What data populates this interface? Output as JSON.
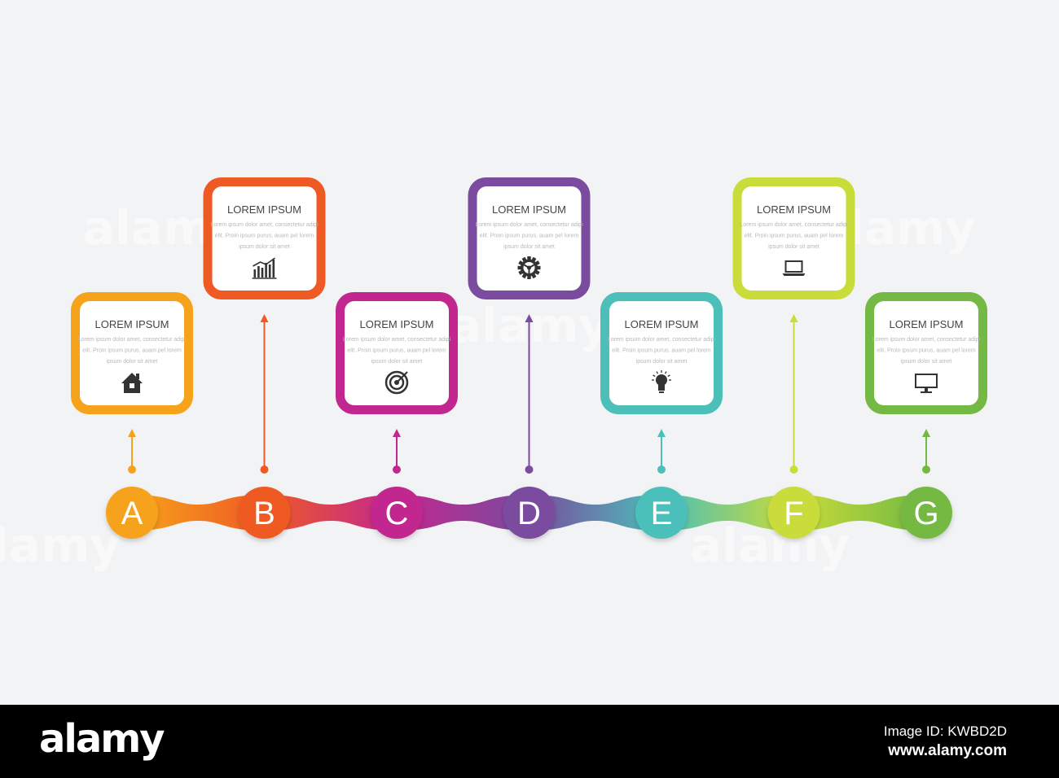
{
  "steps": [
    {
      "letter": "A",
      "title": "LOREM IPSUM",
      "body": [
        "Lorem ipsum dolor amet, consectetur adipi",
        "elit. Proin ipsum purus, auam pel lorem",
        "ipsum dolor sit amet"
      ],
      "icon": "home-icon",
      "color": "#f7a21b",
      "position": "low"
    },
    {
      "letter": "B",
      "title": "LOREM IPSUM",
      "body": [
        "Lorem ipsum dolor amet, consectetur adipi",
        "elit. Proin ipsum purus, auam pel lorem",
        "ipsum dolor sit amet"
      ],
      "icon": "bar-chart-icon",
      "color": "#ef5a24",
      "position": "high"
    },
    {
      "letter": "C",
      "title": "LOREM IPSUM",
      "body": [
        "Lorem ipsum dolor amet, consectetur adipi",
        "elit. Proin ipsum purus, auam pel lorem",
        "ipsum dolor sit amet"
      ],
      "icon": "target-icon",
      "color": "#c2278f",
      "position": "low"
    },
    {
      "letter": "D",
      "title": "LOREM IPSUM",
      "body": [
        "Lorem ipsum dolor amet, consectetur adipi",
        "elit. Proin ipsum purus, auam pel lorem",
        "ipsum dolor sit amet"
      ],
      "icon": "gear-icon",
      "color": "#7a4b9e",
      "position": "high"
    },
    {
      "letter": "E",
      "title": "LOREM IPSUM",
      "body": [
        "Lorem ipsum dolor amet, consectetur adipi",
        "elit. Proin ipsum purus, auam pel lorem",
        "ipsum dolor sit amet"
      ],
      "icon": "lightbulb-icon",
      "color": "#4cbfb9",
      "position": "low"
    },
    {
      "letter": "F",
      "title": "LOREM IPSUM",
      "body": [
        "Lorem ipsum dolor amet, consectetur adipi",
        "elit. Proin ipsum purus, auam pel lorem",
        "ipsum dolor sit amet"
      ],
      "icon": "laptop-icon",
      "color": "#c9dc3a",
      "position": "high"
    },
    {
      "letter": "G",
      "title": "LOREM IPSUM",
      "body": [
        "Lorem ipsum dolor amet, consectetur adipi",
        "elit. Proin ipsum purus, auam pel lorem",
        "ipsum dolor sit amet"
      ],
      "icon": "monitor-icon",
      "color": "#74b943",
      "position": "low"
    }
  ],
  "footer": {
    "logo": "alamy",
    "image_id": "Image ID: KWBD2D",
    "url": "www.alamy.com"
  },
  "watermark": "alamy"
}
